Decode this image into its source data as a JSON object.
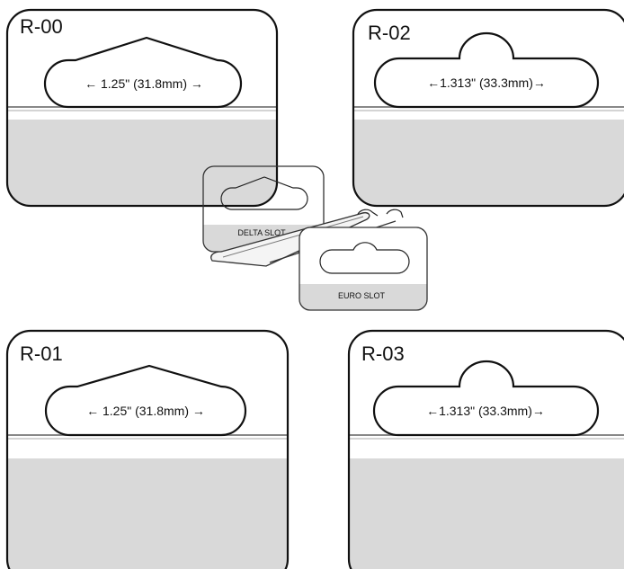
{
  "panels": [
    {
      "code": "R-00",
      "dimension": "← 1.25\" (31.8mm) →",
      "slot": "delta"
    },
    {
      "code": "R-02",
      "dimension": "←1.313\" (33.3mm)→",
      "slot": "euro"
    },
    {
      "code": "R-01",
      "dimension": "← 1.25\" (31.8mm) →",
      "slot": "delta"
    },
    {
      "code": "R-03",
      "dimension": "←1.313\" (33.3mm)→",
      "slot": "euro"
    }
  ],
  "center": {
    "delta_label": "DELTA SLOT",
    "euro_label": "EURO SLOT"
  },
  "colors": {
    "fill_band": "#d9d9d9",
    "outline": "#111111",
    "shelf_line": "#888888"
  }
}
